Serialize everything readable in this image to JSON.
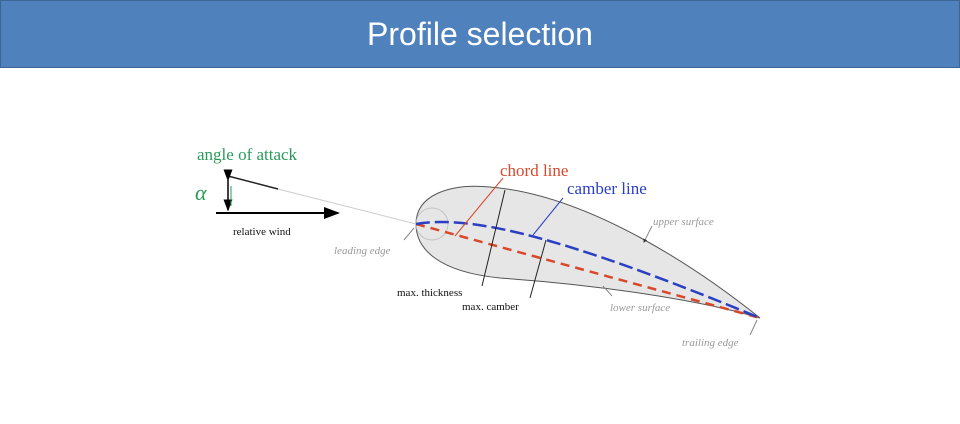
{
  "title": "Profile selection",
  "diagram": {
    "angle_of_attack": "angle of attack",
    "alpha": "α",
    "relative_wind": "relative wind",
    "leading_edge": "leading edge",
    "chord_line": "chord line",
    "camber_line": "camber line",
    "upper_surface": "upper surface",
    "lower_surface": "lower surface",
    "max_thickness": "max. thickness",
    "max_camber": "max. camber",
    "trailing_edge": "trailing edge"
  },
  "colors": {
    "header": "#4f81bd",
    "chord": "#d9482b",
    "camber": "#2a3fc4",
    "green": "#2a9a5a"
  }
}
